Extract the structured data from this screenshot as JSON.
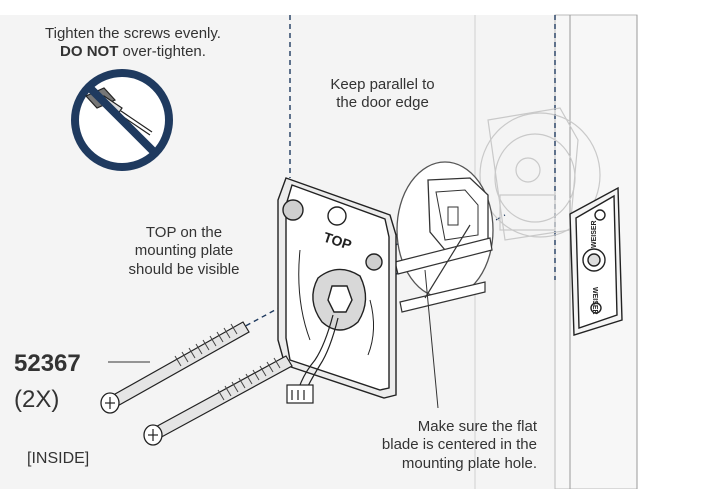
{
  "warning": {
    "line1": "Tighten the screws evenly.",
    "line2_bold": "DO NOT",
    "line2_rest": " over-tighten."
  },
  "callouts": {
    "parallel": [
      "Keep parallel to",
      "the door edge"
    ],
    "top_visible": [
      "TOP on the",
      "mounting plate",
      "should be visible"
    ],
    "flat_blade": [
      "Make sure the flat",
      "blade is centered in the",
      "mounting plate hole."
    ]
  },
  "plate_text": "TOP",
  "strike_text": "WEISER",
  "part": {
    "number": "52367",
    "quantity": "(2X)"
  },
  "side_label": "[INSIDE]",
  "colors": {
    "line": "#222222",
    "guide": "#1f3a5f",
    "prohibit": "#1f3a5f",
    "ghost": "#cfcfcf"
  }
}
